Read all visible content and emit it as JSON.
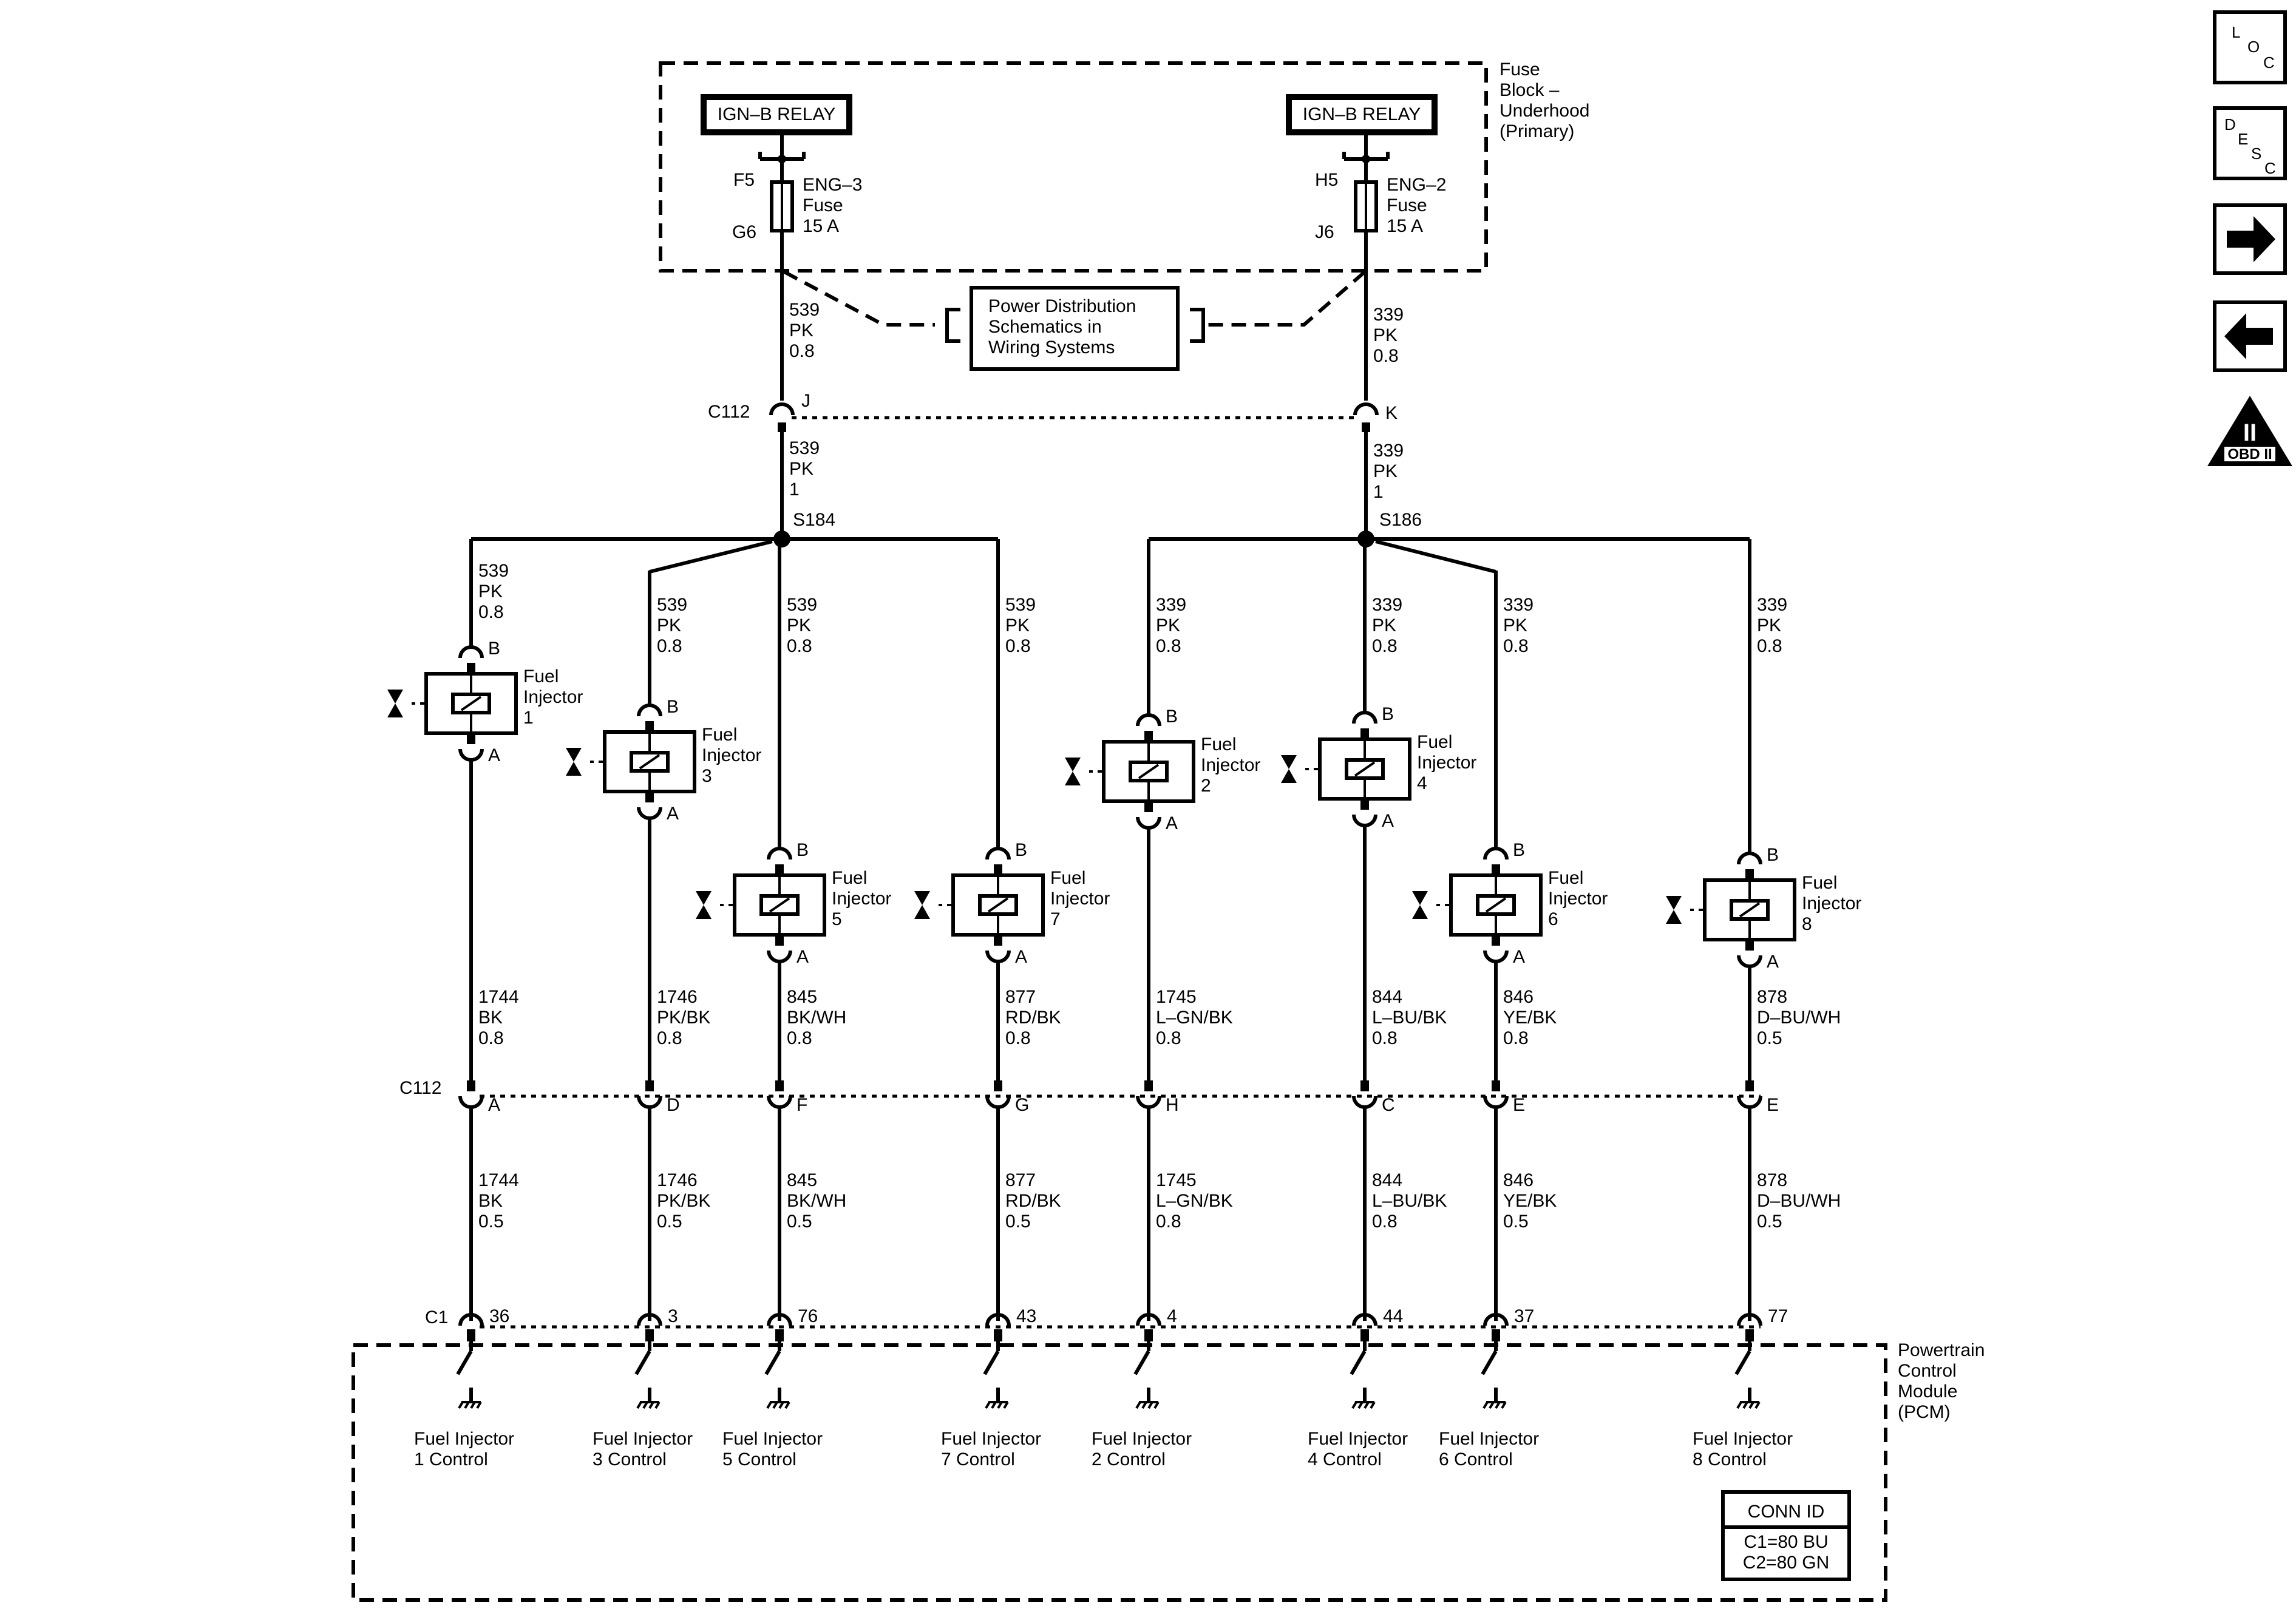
{
  "fuse_block": {
    "label_lines": [
      "Fuse",
      "Block –",
      "Underhood",
      "(Primary)"
    ],
    "left": {
      "relay": "IGN–B RELAY",
      "in_pin": "F5",
      "out_pin": "G6",
      "fuse_lines": [
        "ENG–3",
        "Fuse",
        "15 A"
      ]
    },
    "right": {
      "relay": "IGN–B RELAY",
      "in_pin": "H5",
      "out_pin": "J6",
      "fuse_lines": [
        "ENG–2",
        "Fuse",
        "15 A"
      ]
    }
  },
  "power_ref": {
    "lines": [
      "Power Distribution",
      "Schematics in",
      "Wiring Systems"
    ]
  },
  "feed": {
    "left": {
      "upper": [
        "539",
        "PK",
        "0.8"
      ],
      "conn_pin": "J",
      "lower": [
        "539",
        "PK",
        "1"
      ],
      "splice": "S184"
    },
    "right": {
      "upper": [
        "339",
        "PK",
        "0.8"
      ],
      "conn_pin": "K",
      "lower": [
        "339",
        "PK",
        "1"
      ],
      "splice": "S186"
    }
  },
  "connectors": {
    "c112_top": "C112",
    "c112_bottom": "C112",
    "c1": "C1"
  },
  "pin_labels": {
    "b": "B",
    "a": "A"
  },
  "injector_text": [
    "Fuel",
    "Injector"
  ],
  "branches": [
    {
      "injector_num": "1",
      "feed_wire": [
        "539",
        "PK",
        "0.8"
      ],
      "out_wire": [
        "1744",
        "BK",
        "0.8"
      ],
      "c112_pin": "A",
      "pcm_wire": [
        "1744",
        "BK",
        "0.5"
      ],
      "c1_pin": "36",
      "control": [
        "Fuel Injector",
        "1 Control"
      ]
    },
    {
      "injector_num": "3",
      "feed_wire": [
        "539",
        "PK",
        "0.8"
      ],
      "out_wire": [
        "1746",
        "PK/BK",
        "0.8"
      ],
      "c112_pin": "D",
      "pcm_wire": [
        "1746",
        "PK/BK",
        "0.5"
      ],
      "c1_pin": "3",
      "control": [
        "Fuel Injector",
        "3 Control"
      ]
    },
    {
      "injector_num": "5",
      "feed_wire": [
        "539",
        "PK",
        "0.8"
      ],
      "out_wire": [
        "845",
        "BK/WH",
        "0.8"
      ],
      "c112_pin": "F",
      "pcm_wire": [
        "845",
        "BK/WH",
        "0.5"
      ],
      "c1_pin": "76",
      "control": [
        "Fuel Injector",
        "5 Control"
      ]
    },
    {
      "injector_num": "7",
      "feed_wire": [
        "539",
        "PK",
        "0.8"
      ],
      "out_wire": [
        "877",
        "RD/BK",
        "0.8"
      ],
      "c112_pin": "G",
      "pcm_wire": [
        "877",
        "RD/BK",
        "0.5"
      ],
      "c1_pin": "43",
      "control": [
        "Fuel Injector",
        "7 Control"
      ]
    },
    {
      "injector_num": "2",
      "feed_wire": [
        "339",
        "PK",
        "0.8"
      ],
      "out_wire": [
        "1745",
        "L–GN/BK",
        "0.8"
      ],
      "c112_pin": "H",
      "pcm_wire": [
        "1745",
        "L–GN/BK",
        "0.8"
      ],
      "c1_pin": "4",
      "control": [
        "Fuel Injector",
        "2 Control"
      ]
    },
    {
      "injector_num": "4",
      "feed_wire": [
        "339",
        "PK",
        "0.8"
      ],
      "out_wire": [
        "844",
        "L–BU/BK",
        "0.8"
      ],
      "c112_pin": "C",
      "pcm_wire": [
        "844",
        "L–BU/BK",
        "0.8"
      ],
      "c1_pin": "44",
      "control": [
        "Fuel Injector",
        "4 Control"
      ]
    },
    {
      "injector_num": "6",
      "feed_wire": [
        "339",
        "PK",
        "0.8"
      ],
      "out_wire": [
        "846",
        "YE/BK",
        "0.8"
      ],
      "c112_pin": "E",
      "pcm_wire": [
        "846",
        "YE/BK",
        "0.5"
      ],
      "c1_pin": "37",
      "control": [
        "Fuel Injector",
        "6 Control"
      ]
    },
    {
      "injector_num": "8",
      "feed_wire": [
        "339",
        "PK",
        "0.8"
      ],
      "out_wire": [
        "878",
        "D–BU/WH",
        "0.5"
      ],
      "c112_pin": "E",
      "pcm_wire": [
        "878",
        "D–BU/WH",
        "0.5"
      ],
      "c1_pin": "77",
      "control": [
        "Fuel Injector",
        "8 Control"
      ]
    }
  ],
  "pcm": {
    "label_lines": [
      "Powertrain",
      "Control",
      "Module",
      "(PCM)"
    ],
    "conn_id": {
      "title": "CONN ID",
      "lines": [
        "C1=80 BU",
        "C2=80 GN"
      ]
    }
  },
  "nav": {
    "loc": {
      "letters": [
        "L",
        "O",
        "C"
      ],
      "icon": "loc-icon"
    },
    "desc": {
      "letters": [
        "D",
        "E",
        "S",
        "C"
      ],
      "icon": "desc-icon"
    },
    "next": {
      "icon": "arrow-right-icon"
    },
    "prev": {
      "icon": "arrow-left-icon"
    },
    "obd": {
      "numeral": "II",
      "label": "OBD II",
      "icon": "obd-ii-icon"
    }
  }
}
